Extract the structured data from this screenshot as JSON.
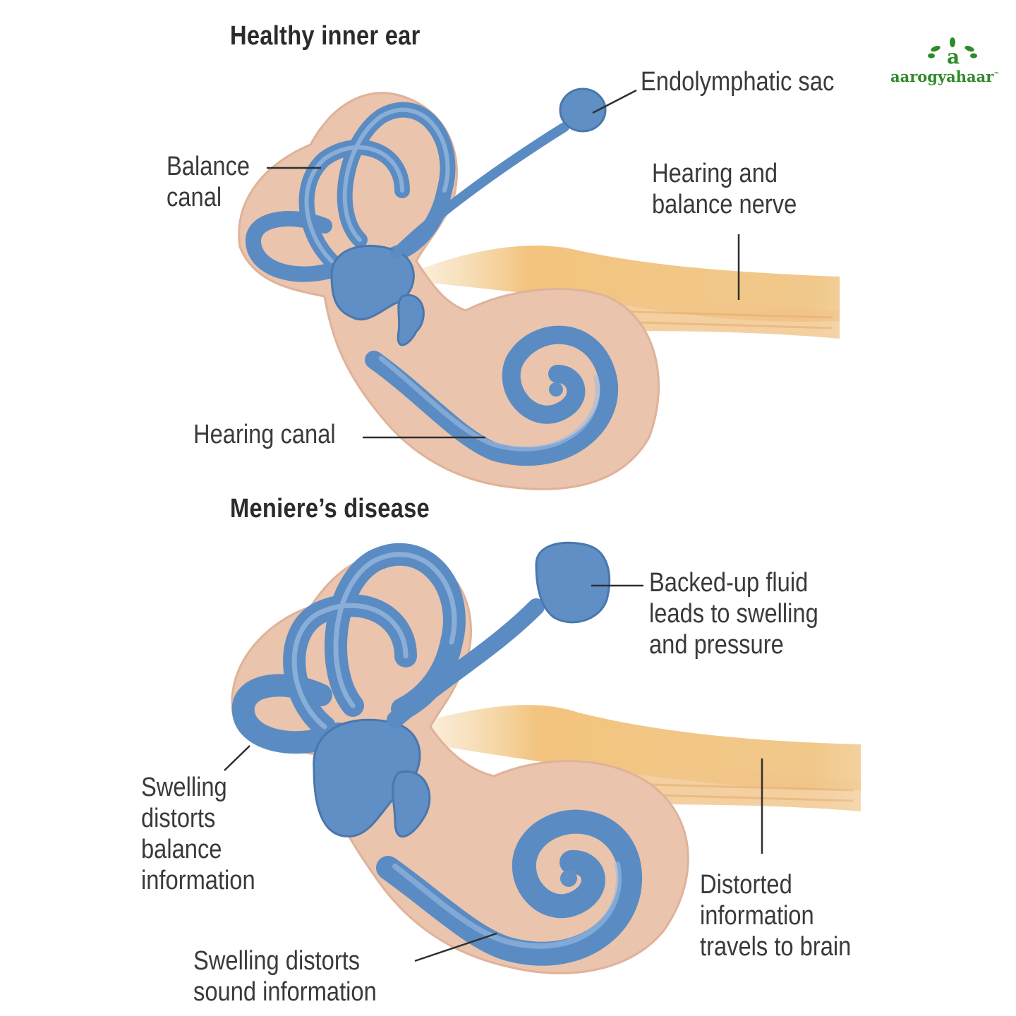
{
  "brand": {
    "name": "aarogyahaar",
    "trademark": "™",
    "accent": "#2e8b2a"
  },
  "colors": {
    "canal_blue": "#5f8fc4",
    "canal_outline": "#4a77ad",
    "bone": "#e9c2ab",
    "nerve": "#f0c27d"
  },
  "healthy": {
    "title": "Healthy inner ear",
    "endolymphatic_sac": "Endolymphatic sac",
    "balance_canal": [
      "Balance",
      "canal"
    ],
    "nerve": [
      "Hearing and",
      "balance nerve"
    ],
    "hearing_canal": "Hearing canal"
  },
  "meniere": {
    "title": "Meniere’s disease",
    "backed_up_fluid": [
      "Backed-up fluid",
      "leads to swelling",
      "and pressure"
    ],
    "balance_swelling": [
      "Swelling",
      "distorts",
      "balance",
      "information"
    ],
    "distorted_info": [
      "Distorted",
      "information",
      "travels to brain"
    ],
    "sound_swelling": [
      "Swelling distorts",
      "sound information"
    ]
  }
}
